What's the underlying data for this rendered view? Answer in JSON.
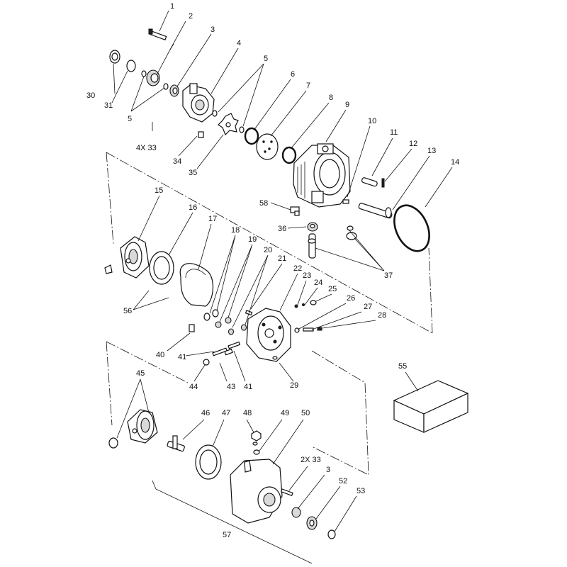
{
  "diagram": {
    "labels": [
      {
        "id": "l1",
        "text": "1"
      },
      {
        "id": "l2",
        "text": "2"
      },
      {
        "id": "l3a",
        "text": "3"
      },
      {
        "id": "l4",
        "text": "4"
      },
      {
        "id": "l5a",
        "text": "5"
      },
      {
        "id": "l5b",
        "text": "5"
      },
      {
        "id": "l6",
        "text": "6"
      },
      {
        "id": "l7",
        "text": "7"
      },
      {
        "id": "l8",
        "text": "8"
      },
      {
        "id": "l9",
        "text": "9"
      },
      {
        "id": "l10",
        "text": "10"
      },
      {
        "id": "l11",
        "text": "11"
      },
      {
        "id": "l12",
        "text": "12"
      },
      {
        "id": "l13",
        "text": "13"
      },
      {
        "id": "l14",
        "text": "14"
      },
      {
        "id": "l15",
        "text": "15"
      },
      {
        "id": "l16",
        "text": "16"
      },
      {
        "id": "l17",
        "text": "17"
      },
      {
        "id": "l18",
        "text": "18"
      },
      {
        "id": "l19",
        "text": "19"
      },
      {
        "id": "l20",
        "text": "20"
      },
      {
        "id": "l21",
        "text": "21"
      },
      {
        "id": "l22",
        "text": "22"
      },
      {
        "id": "l23",
        "text": "23"
      },
      {
        "id": "l24",
        "text": "24"
      },
      {
        "id": "l25",
        "text": "25"
      },
      {
        "id": "l26",
        "text": "26"
      },
      {
        "id": "l27",
        "text": "27"
      },
      {
        "id": "l28",
        "text": "28"
      },
      {
        "id": "l29",
        "text": "29"
      },
      {
        "id": "l30",
        "text": "30"
      },
      {
        "id": "l31",
        "text": "31"
      },
      {
        "id": "l33a",
        "text": "4X 33"
      },
      {
        "id": "l34",
        "text": "34"
      },
      {
        "id": "l35",
        "text": "35"
      },
      {
        "id": "l36",
        "text": "36"
      },
      {
        "id": "l37",
        "text": "37"
      },
      {
        "id": "l40",
        "text": "40"
      },
      {
        "id": "l41a",
        "text": "41"
      },
      {
        "id": "l41b",
        "text": "41"
      },
      {
        "id": "l43",
        "text": "43"
      },
      {
        "id": "l44",
        "text": "44"
      },
      {
        "id": "l45",
        "text": "45"
      },
      {
        "id": "l46",
        "text": "46"
      },
      {
        "id": "l47",
        "text": "47"
      },
      {
        "id": "l48",
        "text": "48"
      },
      {
        "id": "l49",
        "text": "49"
      },
      {
        "id": "l50",
        "text": "50"
      },
      {
        "id": "l33b",
        "text": "2X 33"
      },
      {
        "id": "l3b",
        "text": "3"
      },
      {
        "id": "l52",
        "text": "52"
      },
      {
        "id": "l53",
        "text": "53"
      },
      {
        "id": "l55",
        "text": "55"
      },
      {
        "id": "l56",
        "text": "56"
      },
      {
        "id": "l57",
        "text": "57"
      },
      {
        "id": "l58",
        "text": "58"
      }
    ]
  }
}
